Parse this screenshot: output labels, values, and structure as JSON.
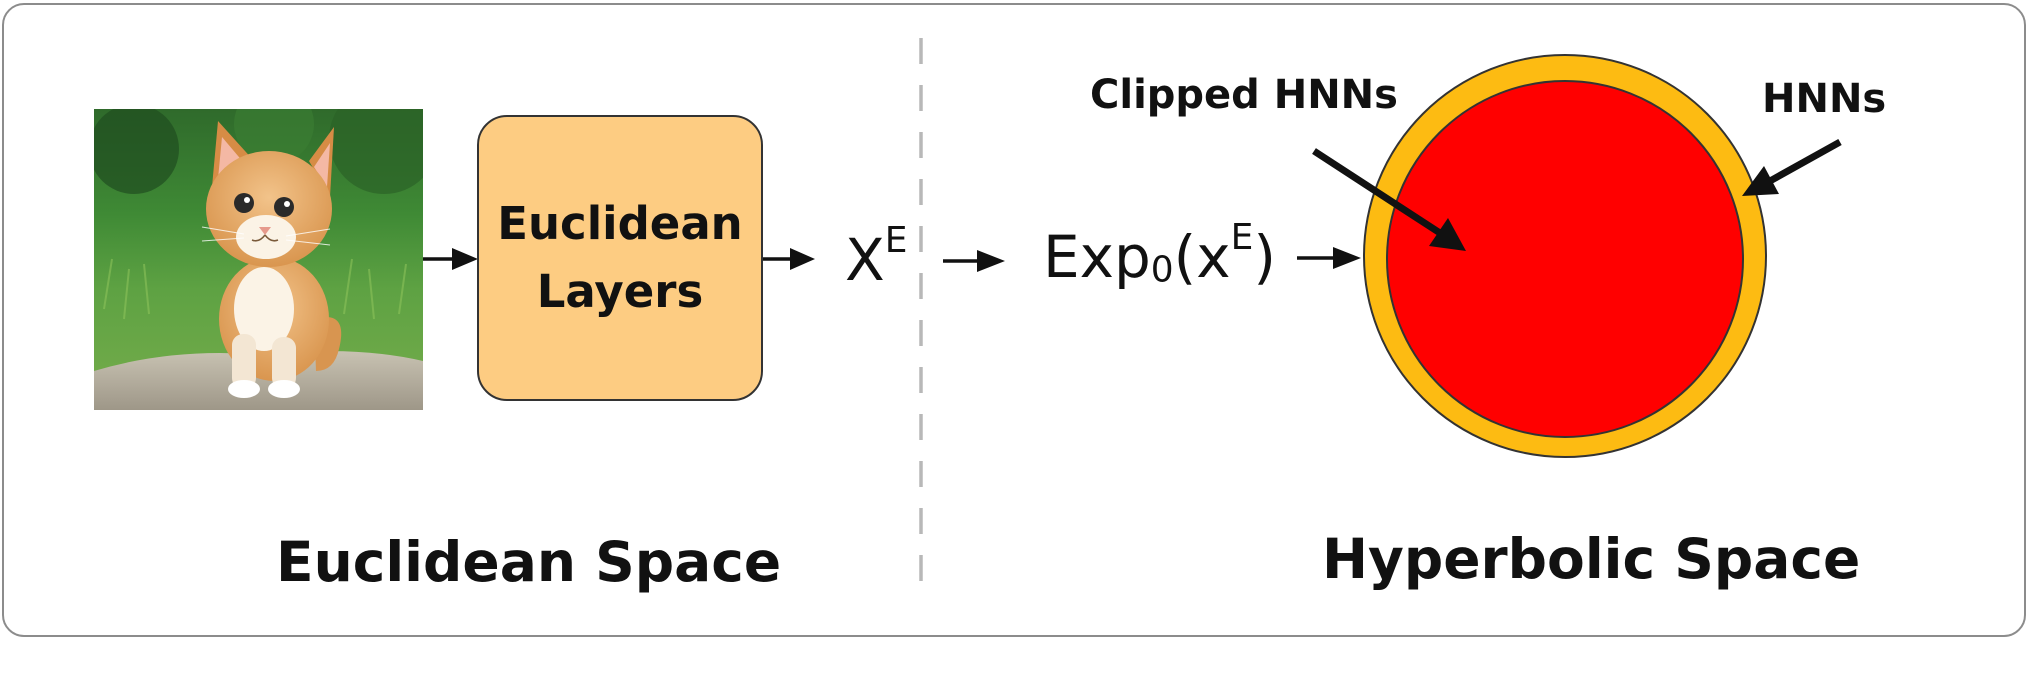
{
  "left": {
    "layer_box": {
      "line1": "Euclidean",
      "line2": "Layers"
    },
    "caption": "Euclidean Space"
  },
  "middle": {
    "x_base": "X",
    "x_sup": "E",
    "exp_base": "Exp",
    "exp_sub": "0",
    "exp_open": "(x",
    "exp_sup": "E",
    "exp_close": ")"
  },
  "right": {
    "label_clipped": "Clipped HNNs",
    "label_hnns": "HNNs",
    "caption": "Hyperbolic Space"
  },
  "colors": {
    "outer_ring": "#fdbb12",
    "inner_disk": "#ff0000",
    "layer_box": "#fdcc82",
    "divider": "#b8b8b8"
  },
  "icons": {
    "input_image": "kitten-photo-icon"
  }
}
